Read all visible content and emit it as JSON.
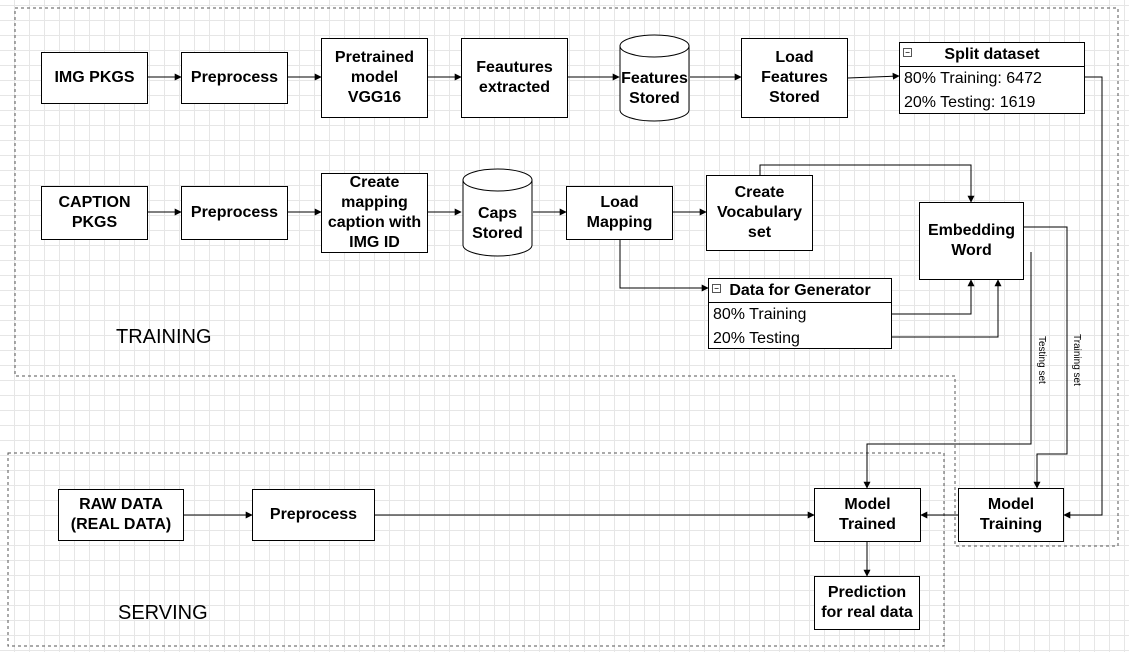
{
  "groups": {
    "training_label": "TRAINING",
    "serving_label": "SERVING"
  },
  "nodes": {
    "img_pkgs": "IMG PKGS",
    "preprocess_img": "Preprocess",
    "pretrained_model": "Pretrained\nmodel\nVGG16",
    "features_extracted": "Feautures\nextracted",
    "features_stored": "Features\nStored",
    "load_features": "Load\nFeatures\nStored",
    "caption_pkgs": "CAPTION\nPKGS",
    "preprocess_caption": "Preprocess",
    "create_mapping": "Create\nmapping\ncaption with\nIMG ID",
    "caps_stored": "Caps\nStored",
    "load_mapping": "Load\nMapping",
    "create_vocabulary": "Create\nVocabulary\nset",
    "embedding_word": "Embedding\nWord",
    "raw_data": "RAW DATA\n(REAL DATA)",
    "preprocess_raw": "Preprocess",
    "model_trained": "Model\nTrained",
    "model_training": "Model\nTraining",
    "prediction": "Prediction\nfor real data"
  },
  "split_dataset": {
    "title": "Split dataset",
    "rows": [
      "80% Training: 6472",
      "20% Testing: 1619"
    ]
  },
  "data_generator": {
    "title": "Data for Generator",
    "rows": [
      "80% Training",
      "20% Testing"
    ]
  },
  "edge_labels": {
    "testing_set": "Testing set",
    "training_set": "Training set"
  },
  "toggle_icon": "minus-icon"
}
